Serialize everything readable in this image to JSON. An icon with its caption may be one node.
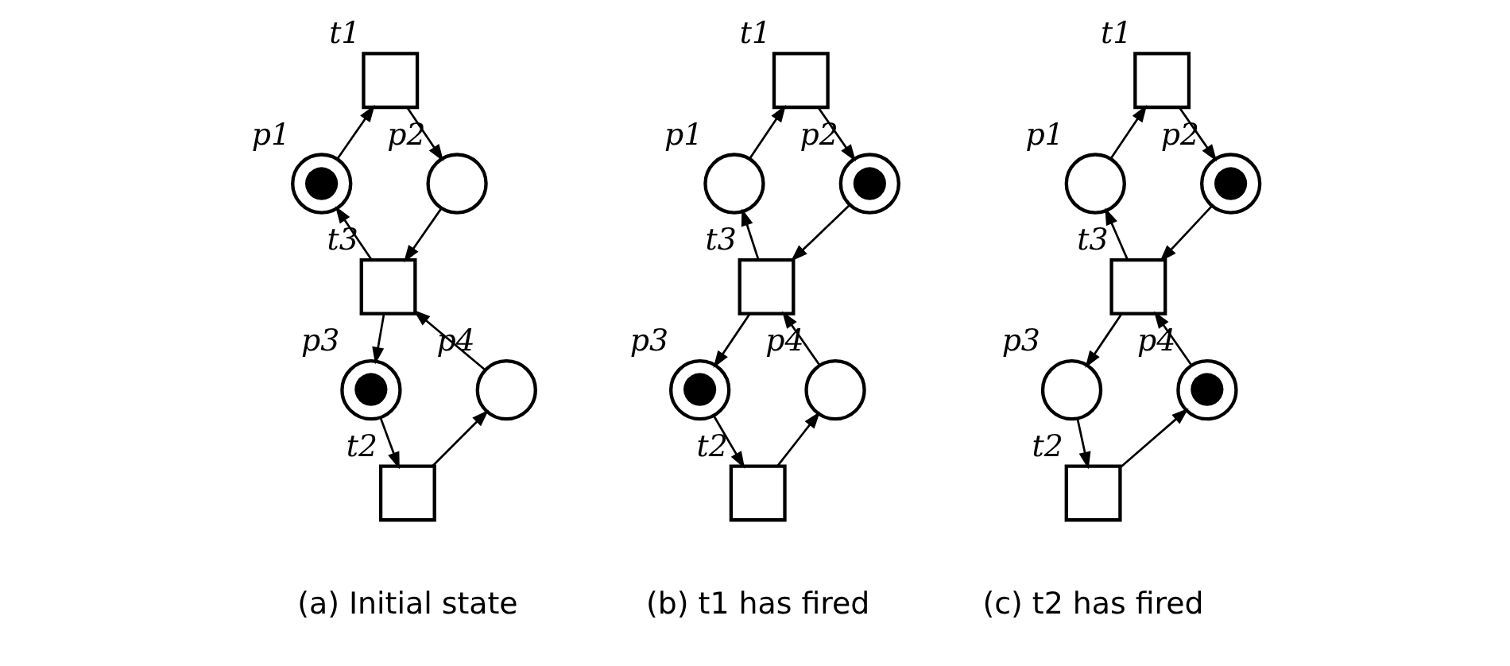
{
  "diagram": {
    "nodes": [
      {
        "text": [],
        "shape": "box",
        "beside": [
          "t1"
        ]
      },
      {
        "text": [
          "●"
        ],
        "beside": [
          "p1"
        ]
      },
      {
        "text": [],
        "shape": "circle",
        "beside": [
          "p2"
        ]
      },
      {
        "text": [],
        "shape": "box",
        "beside": [
          "t3"
        ]
      },
      {
        "text": [
          "●"
        ],
        "beside": [
          "p3"
        ]
      },
      {
        "text": [],
        "shape": "circle",
        "beside": [
          "p4"
        ]
      },
      {
        "text": [],
        "shape": "box",
        "beside": [
          "t2"
        ]
      },
      {
        "text": [],
        "shape": "box",
        "beside": [
          "t1"
        ]
      },
      {
        "text": [],
        "shape": "circle",
        "beside": [
          "p1"
        ]
      },
      {
        "text": [
          "●"
        ],
        "beside": [
          "p2"
        ]
      },
      {
        "text": [],
        "shape": "box",
        "beside": [
          "t3"
        ]
      },
      {
        "text": [
          "●"
        ],
        "beside": [
          "p3"
        ]
      },
      {
        "text": [],
        "shape": "circle",
        "beside": [
          "p4"
        ]
      },
      {
        "text": [],
        "shape": "box",
        "beside": [
          "t2"
        ]
      },
      {
        "text": [],
        "shape": "box",
        "beside": [
          "t1"
        ]
      },
      {
        "text": [],
        "shape": "circle",
        "beside": [
          "p1"
        ]
      },
      {
        "text": [
          "●"
        ],
        "beside": [
          "p2"
        ]
      },
      {
        "text": [],
        "shape": "box",
        "beside": [
          "t3"
        ]
      },
      {
        "text": [],
        "shape": "circle",
        "beside": [
          "p3"
        ]
      },
      {
        "text": [
          "●"
        ],
        "beside": [
          "p4"
        ]
      },
      {
        "text": [],
        "shape": "box",
        "beside": [
          "t2"
        ]
      }
    ],
    "edges": [
      {
        "from": 1,
        "to": 0,
        "arrow": "to"
      },
      {
        "from": 0,
        "to": 2,
        "arrow": "to"
      },
      {
        "from": 2,
        "to": 3,
        "arrow": "to"
      },
      {
        "from": 3,
        "to": 1,
        "arrow": "to"
      },
      {
        "from": 3,
        "to": 4,
        "arrow": "to"
      },
      {
        "from": 4,
        "to": 6,
        "arrow": "to"
      },
      {
        "from": 6,
        "to": 5,
        "arrow": "to"
      },
      {
        "from": 5,
        "to": 3,
        "arrow": "to"
      },
      {
        "from": 8,
        "to": 7,
        "arrow": "to"
      },
      {
        "from": 7,
        "to": 9,
        "arrow": "to"
      },
      {
        "from": 9,
        "to": 10,
        "arrow": "to"
      },
      {
        "from": 10,
        "to": 8,
        "arrow": "to"
      },
      {
        "from": 10,
        "to": 11,
        "arrow": "to"
      },
      {
        "from": 11,
        "to": 13,
        "arrow": "to"
      },
      {
        "from": 13,
        "to": 12,
        "arrow": "to"
      },
      {
        "from": 12,
        "to": 10,
        "arrow": "to"
      },
      {
        "from": 15,
        "to": 14,
        "arrow": "to"
      },
      {
        "from": 14,
        "to": 16,
        "arrow": "to"
      },
      {
        "from": 16,
        "to": 17,
        "arrow": "to"
      },
      {
        "from": 17,
        "to": 15,
        "arrow": "to"
      },
      {
        "from": 17,
        "to": 18,
        "arrow": "to"
      },
      {
        "from": 18,
        "to": 20,
        "arrow": "to"
      },
      {
        "from": 20,
        "to": 19,
        "arrow": "to"
      },
      {
        "from": 19,
        "to": 17,
        "arrow": "to"
      }
    ],
    "labels": [
      "(a) Initial state",
      "(b) t1 has fired",
      "(c) t2 has fired"
    ]
  }
}
